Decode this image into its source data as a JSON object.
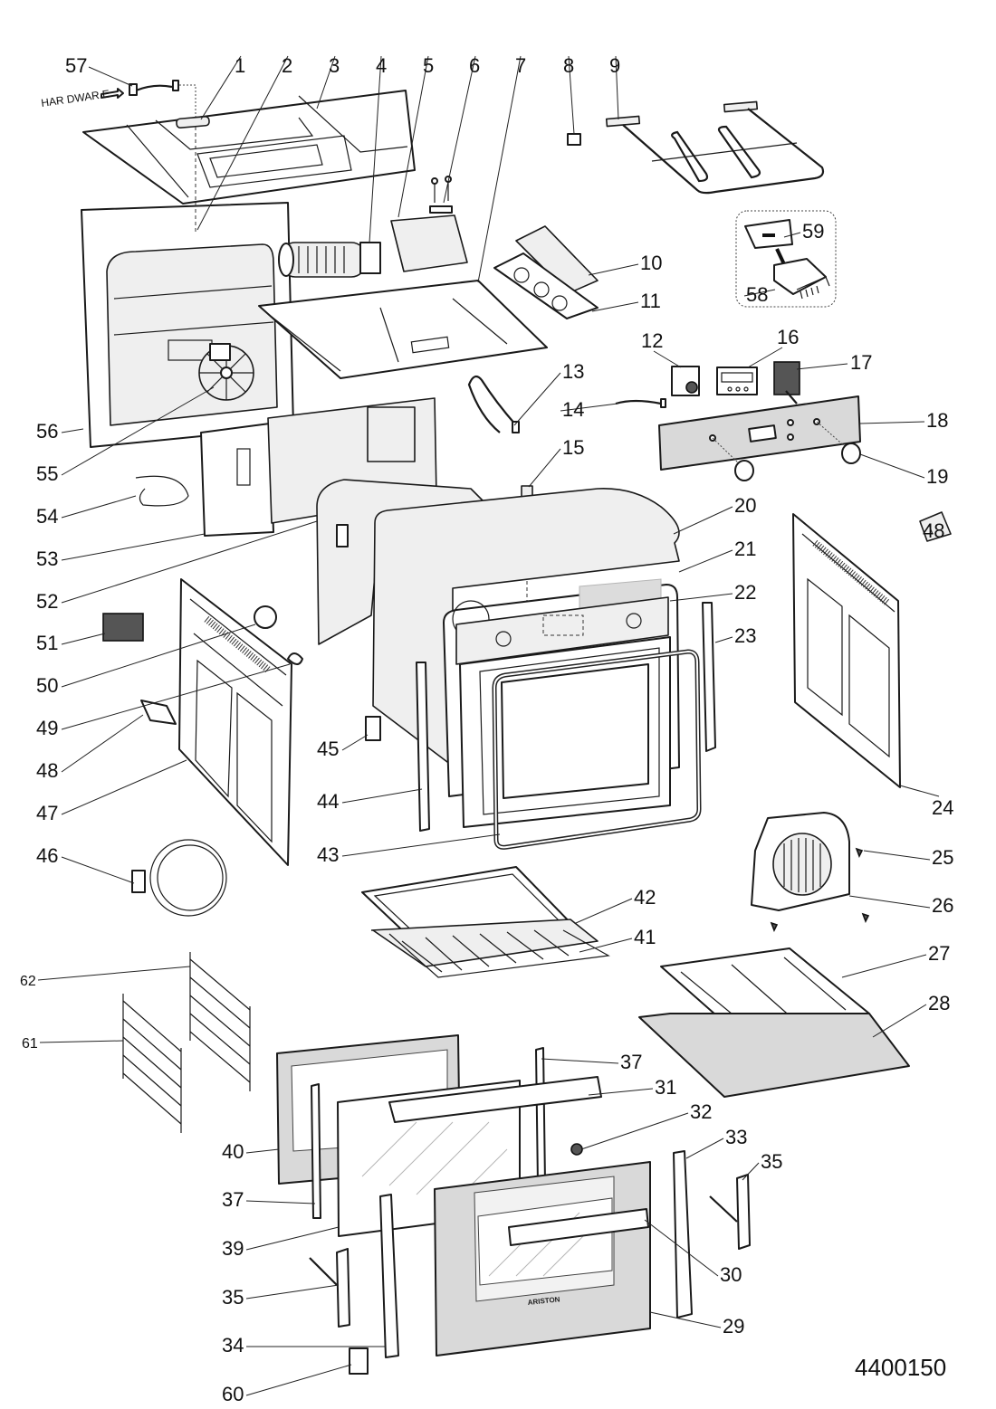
{
  "diagram": {
    "title": "Oven exploded parts diagram",
    "drawing_code": "4400150",
    "harness_note": "HAR DWAR E",
    "door_brand": "ARISTON",
    "colors": {
      "line": "#1a1a1a",
      "panel_fill": "#d9d9d9",
      "background": "#ffffff"
    }
  },
  "callouts": [
    {
      "id": "57",
      "label": "57"
    },
    {
      "id": "1",
      "label": "1"
    },
    {
      "id": "2",
      "label": "2"
    },
    {
      "id": "3",
      "label": "3"
    },
    {
      "id": "4",
      "label": "4"
    },
    {
      "id": "5",
      "label": "5"
    },
    {
      "id": "6",
      "label": "6"
    },
    {
      "id": "7",
      "label": "7"
    },
    {
      "id": "8",
      "label": "8"
    },
    {
      "id": "9",
      "label": "9"
    },
    {
      "id": "10",
      "label": "10"
    },
    {
      "id": "11",
      "label": "11"
    },
    {
      "id": "59",
      "label": "59"
    },
    {
      "id": "58",
      "label": "58"
    },
    {
      "id": "12",
      "label": "12"
    },
    {
      "id": "16",
      "label": "16"
    },
    {
      "id": "17",
      "label": "17"
    },
    {
      "id": "13",
      "label": "13"
    },
    {
      "id": "14",
      "label": "14"
    },
    {
      "id": "18",
      "label": "18"
    },
    {
      "id": "15",
      "label": "15"
    },
    {
      "id": "19",
      "label": "19"
    },
    {
      "id": "20",
      "label": "20"
    },
    {
      "id": "21",
      "label": "21"
    },
    {
      "id": "22",
      "label": "22"
    },
    {
      "id": "23",
      "label": "23"
    },
    {
      "id": "48r",
      "label": "48"
    },
    {
      "id": "24",
      "label": "24"
    },
    {
      "id": "25",
      "label": "25"
    },
    {
      "id": "26",
      "label": "26"
    },
    {
      "id": "27",
      "label": "27"
    },
    {
      "id": "28",
      "label": "28"
    },
    {
      "id": "56",
      "label": "56"
    },
    {
      "id": "55",
      "label": "55"
    },
    {
      "id": "54",
      "label": "54"
    },
    {
      "id": "53",
      "label": "53"
    },
    {
      "id": "52",
      "label": "52"
    },
    {
      "id": "51",
      "label": "51"
    },
    {
      "id": "50",
      "label": "50"
    },
    {
      "id": "49",
      "label": "49"
    },
    {
      "id": "48l",
      "label": "48"
    },
    {
      "id": "47",
      "label": "47"
    },
    {
      "id": "46",
      "label": "46"
    },
    {
      "id": "45",
      "label": "45"
    },
    {
      "id": "44",
      "label": "44"
    },
    {
      "id": "43",
      "label": "43"
    },
    {
      "id": "42",
      "label": "42"
    },
    {
      "id": "41",
      "label": "41"
    },
    {
      "id": "62",
      "label": "62"
    },
    {
      "id": "61",
      "label": "61"
    },
    {
      "id": "37a",
      "label": "37"
    },
    {
      "id": "31",
      "label": "31"
    },
    {
      "id": "32",
      "label": "32"
    },
    {
      "id": "33",
      "label": "33"
    },
    {
      "id": "35r",
      "label": "35"
    },
    {
      "id": "40",
      "label": "40"
    },
    {
      "id": "37b",
      "label": "37"
    },
    {
      "id": "39",
      "label": "39"
    },
    {
      "id": "30",
      "label": "30"
    },
    {
      "id": "35l",
      "label": "35"
    },
    {
      "id": "34",
      "label": "34"
    },
    {
      "id": "29",
      "label": "29"
    },
    {
      "id": "60",
      "label": "60"
    }
  ]
}
